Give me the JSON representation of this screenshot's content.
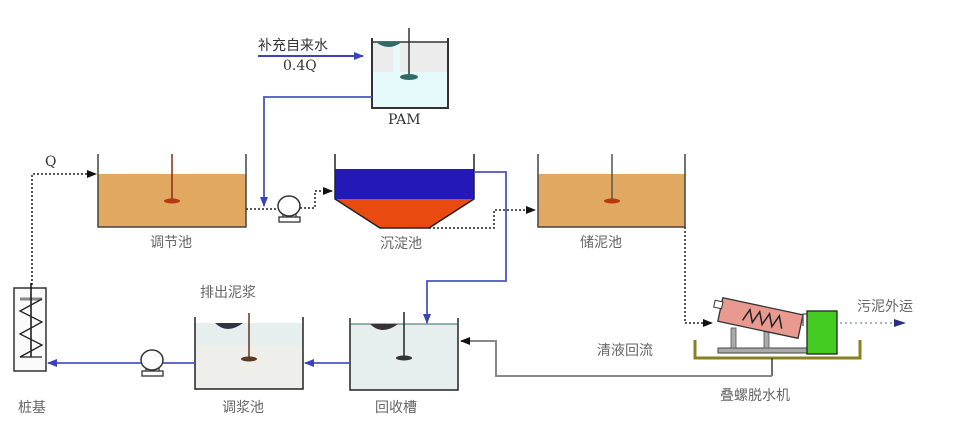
{
  "diagram": {
    "title": "",
    "colors": {
      "sludge": "#e0a860",
      "clear_water": "#2419b8",
      "settled_sludge": "#e84a10",
      "blue_pipe": "#4a55c0",
      "green_box": "#44cc22",
      "screw_body": "#e89a90",
      "tray": "#8a8020",
      "light_liquid": "#e6eeee",
      "pam_liquid": "#e6fafc"
    },
    "inputs": {
      "tap_water_label": "补充自来水",
      "tap_water_flow": "0.4Q",
      "inflow_label": "Q"
    },
    "units": {
      "pam": "PAM",
      "regulating_tank": "调节池",
      "sedimentation_tank": "沉淀池",
      "sludge_storage_tank": "储泥池",
      "slurry_tank": "调浆池",
      "recovery_tank": "回收槽",
      "pile_foundation": "桩基",
      "screw_press": "叠螺脱水机"
    },
    "annotations": {
      "discharge_slurry": "排出泥浆",
      "filtrate_return": "清液回流",
      "sludge_transport": "污泥外运"
    }
  }
}
